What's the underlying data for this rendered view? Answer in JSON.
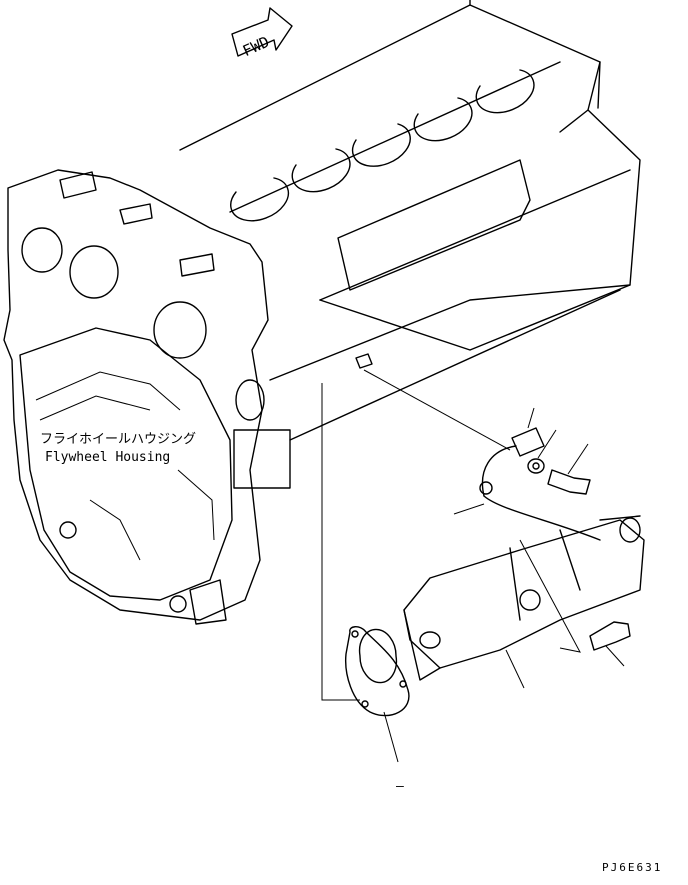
{
  "fwd_arrow": {
    "label": "FWD"
  },
  "housing_label": {
    "japanese": "フライホイールハウジング",
    "english": "Flywheel Housing"
  },
  "callouts": [
    {
      "id": "gasket",
      "text": ""
    },
    {
      "id": "starter",
      "text": ""
    },
    {
      "id": "bolt-lower",
      "text": ""
    },
    {
      "id": "bolt-upper",
      "text": ""
    },
    {
      "id": "washer",
      "text": ""
    },
    {
      "id": "terminal",
      "text": ""
    },
    {
      "id": "clamp",
      "text": ""
    }
  ],
  "drawing_number": "PJ6E631",
  "bottom_mark": "–"
}
